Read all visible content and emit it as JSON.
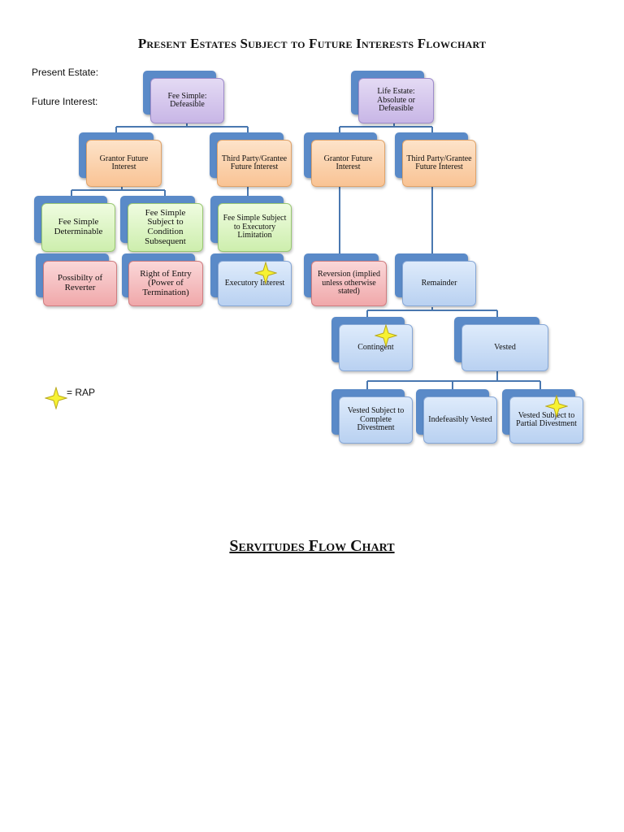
{
  "titles": {
    "main": "Present Estates Subject to Future Interests Flowchart",
    "servitudes": "Servitudes Flow Chart"
  },
  "side_labels": {
    "present_estate": "Present Estate:",
    "future_interest": "Future Interest:"
  },
  "legend": {
    "rap_text": "= RAP",
    "star_icon": "four-point-star-icon",
    "star_color": "#f7f232"
  },
  "nodes": {
    "fee_simple_defeasible": "Fee Simple: Defeasible",
    "life_estate": "Life Estate: Absolute or Defeasible",
    "grantor_future_interest_left": "Grantor Future Interest",
    "third_party_left": "Third Party/Grantee Future Interest",
    "grantor_future_interest_right": "Grantor  Future Interest",
    "third_party_right": "Third Party/Grantee Future Interest",
    "fee_simple_determinable": "Fee Simple Determinable",
    "fee_simple_condition_subsequent": "Fee Simple Subject to Condition Subsequent",
    "fee_simple_executory_limitation": "Fee Simple Subject to Executory Limitation",
    "possibility_of_reverter": "Possibilty of Reverter",
    "right_of_entry": "Right of Entry (Power of Termination)",
    "executory_interest": "Executory Interest",
    "reversion": "Reversion (implied unless otherwise stated)",
    "remainder": "Remainder",
    "contingent": "Contingent",
    "vested": "Vested",
    "vested_complete_divestment": "Vested Subject to Complete Divestment",
    "indefeasibly_vested": "Indefeasibly Vested",
    "vested_partial_divestment": "Vested Subject to Partial Divestment"
  },
  "colors": {
    "connector": "#4a78b0",
    "back_tab": "#5a8ac8",
    "purple": "#c8b6e6",
    "orange": "#f9c394",
    "green": "#cdeead",
    "red": "#f0a8aa",
    "blue": "#b9d1f1"
  }
}
